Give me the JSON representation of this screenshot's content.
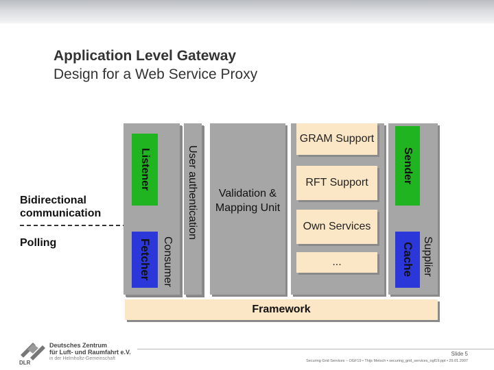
{
  "header": {
    "title": "Application Level Gateway",
    "subtitle": "Design for a Web Service Proxy"
  },
  "diagram": {
    "left_labels": {
      "bidirectional": "Bidirectional communication",
      "polling": "Polling"
    },
    "listener": "Listener",
    "fetcher": "Fetcher",
    "consumer": "Consumer",
    "user_auth": "User authentication",
    "validation": "Validation & Mapping Unit",
    "services": [
      "GRAM Support",
      "RFT Support",
      "Own Services",
      "..."
    ],
    "sender": "Sender",
    "cache": "Cache",
    "supplier": "Supplier",
    "framework": "Framework"
  },
  "footer": {
    "org_line1": "Deutsches Zentrum",
    "org_line2": "für Luft- und Raumfahrt e.V.",
    "org_line3": "in der Helmholtz-Gemeinschaft",
    "slide": "Slide 5",
    "info": "Securing Grid Services – OGF19 • Thijs Metsch • securing_grid_services_ogf19.ppt • 29.01.2007"
  }
}
